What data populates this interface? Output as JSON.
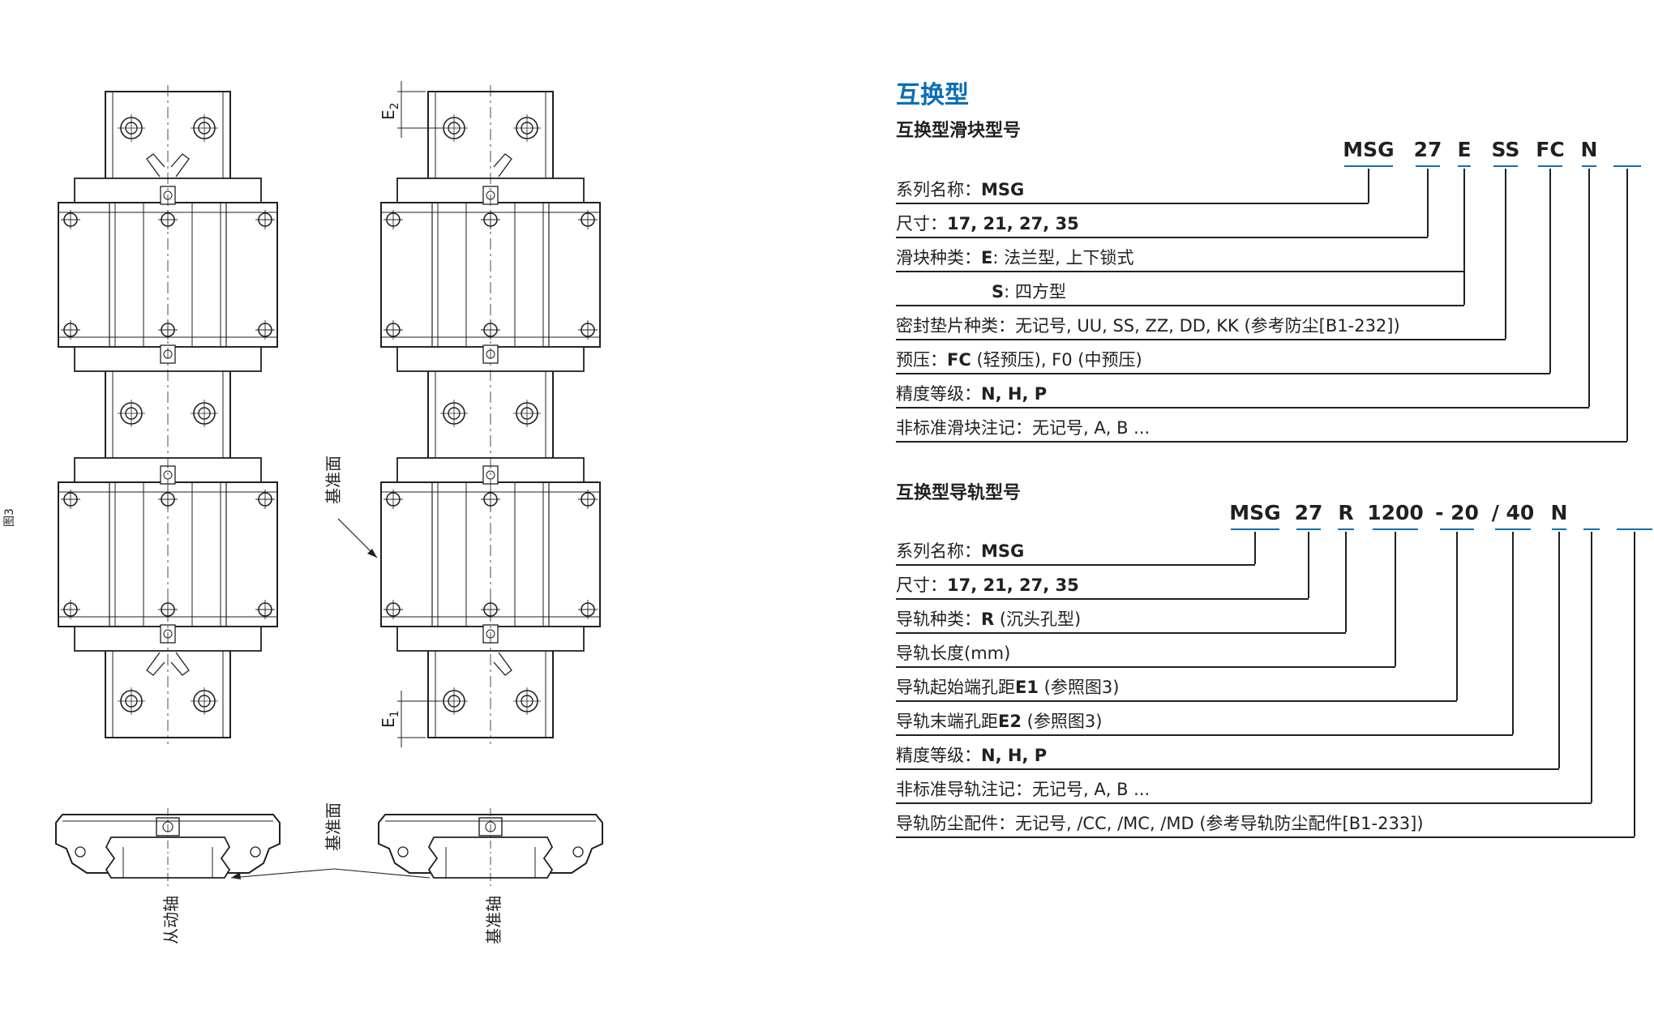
{
  "colors": {
    "accent": "#0a6fb6",
    "ink": "#231f20"
  },
  "drawing": {
    "figure_label": "图3",
    "label_e2": "E",
    "label_e2_sub": "2",
    "label_e1": "E",
    "label_e1_sub": "1",
    "reference_face": "基准面",
    "reference_face_bottom": "基准面",
    "driven_axis": "从动轴",
    "reference_axis": "基准轴"
  },
  "title": "互换型",
  "block": {
    "heading": "互换型滑块型号",
    "code": [
      "MSG",
      "27",
      "E",
      "SS",
      "FC",
      "N",
      ""
    ],
    "rows": [
      {
        "key": "系列名称：",
        "val": "MSG",
        "note": ""
      },
      {
        "key": "尺寸：",
        "val": "17, 21, 27, 35",
        "note": ""
      },
      {
        "key": "滑块种类：",
        "val": "E",
        "note": ": 法兰型, 上下锁式"
      },
      {
        "key": "",
        "val": "S",
        "note": ": 四方型"
      },
      {
        "key": "密封垫片种类：",
        "val": "",
        "note": "无记号, UU, SS, ZZ, DD, KK (参考防尘[B1-232])"
      },
      {
        "key": "预压：",
        "val": "FC",
        "note": "(轻预压), F0 (中预压)"
      },
      {
        "key": "精度等级：",
        "val": "N, H, P",
        "note": ""
      },
      {
        "key": "非标准滑块注记：",
        "val": "",
        "note": "无记号, A, B ..."
      }
    ]
  },
  "rail": {
    "heading": "互换型导轨型号",
    "code": [
      "MSG",
      "27",
      "R",
      "1200",
      "- 20",
      "/ 40",
      "N",
      "",
      ""
    ],
    "rows": [
      {
        "key": "系列名称：",
        "val": "MSG",
        "note": ""
      },
      {
        "key": "尺寸：",
        "val": "17, 21, 27, 35",
        "note": ""
      },
      {
        "key": "导轨种类：",
        "val": "R",
        "note": "(沉头孔型)"
      },
      {
        "key": "导轨长度",
        "val": "",
        "note": "(mm)"
      },
      {
        "key": "导轨起始端孔距",
        "val": "E1",
        "note": "(参照图3)"
      },
      {
        "key": "导轨末端孔距",
        "val": "E2",
        "note": "(参照图3)"
      },
      {
        "key": "精度等级：",
        "val": "N, H, P",
        "note": ""
      },
      {
        "key": "非标准导轨注记：",
        "val": "",
        "note": "无记号, A, B ..."
      },
      {
        "key": "导轨防尘配件：",
        "val": "",
        "note": "无记号, /CC, /MC, /MD (参考导轨防尘配件[B1-233])"
      }
    ]
  }
}
